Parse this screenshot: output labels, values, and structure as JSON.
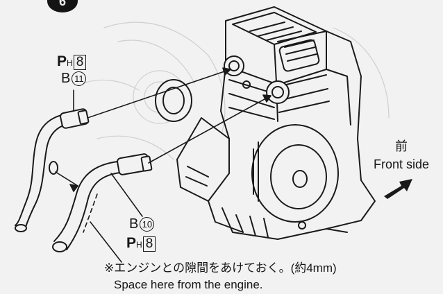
{
  "step": {
    "number": "6"
  },
  "labels": {
    "upper": {
      "part_letter": "B",
      "part_number": "11",
      "paint_letter": "P",
      "paint_sub": "H",
      "paint_number": "8"
    },
    "lower": {
      "part_letter": "B",
      "part_number": "10",
      "paint_letter": "P",
      "paint_sub": "H",
      "paint_number": "8"
    },
    "front": {
      "jp": "前",
      "en": "Front side"
    },
    "note": {
      "jp": "※エンジンとの隙間をあけておく。(約4mm)",
      "en": "Space here from the engine."
    }
  }
}
